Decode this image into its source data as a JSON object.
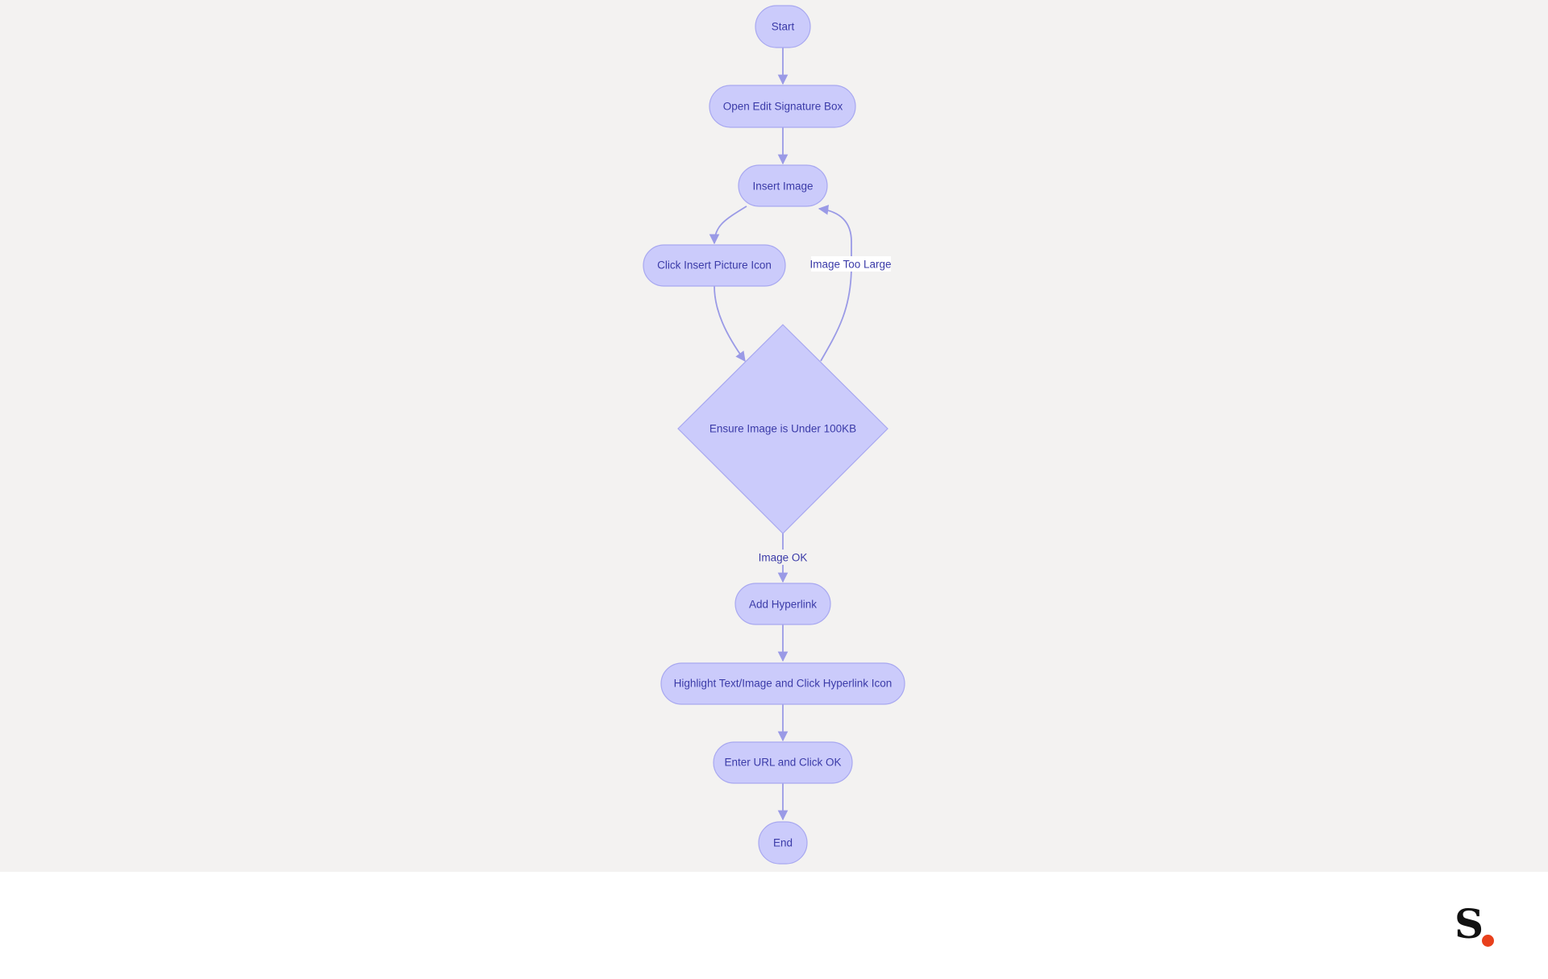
{
  "diagram": {
    "nodes": {
      "start": "Start",
      "open_edit_signature_box": "Open Edit Signature Box",
      "insert_image": "Insert Image",
      "click_insert_picture_icon": "Click Insert Picture Icon",
      "ensure_image_under_100kb": "Ensure Image is Under 100KB",
      "add_hyperlink": "Add Hyperlink",
      "highlight_and_click_hyperlink_icon": "Highlight Text/Image and Click Hyperlink Icon",
      "enter_url_and_click_ok": "Enter URL and Click OK",
      "end": "End"
    },
    "edge_labels": {
      "image_too_large": "Image Too Large",
      "image_ok": "Image OK"
    }
  },
  "colors": {
    "canvas_background": "#f3f2f1",
    "node_fill": "#cbcbfb",
    "node_stroke": "#a8a8f0",
    "node_text": "#3b3ba8",
    "edge_stroke": "#9a9ae6",
    "logo_dot": "#e8401c"
  },
  "logo": {
    "letter": "S"
  }
}
